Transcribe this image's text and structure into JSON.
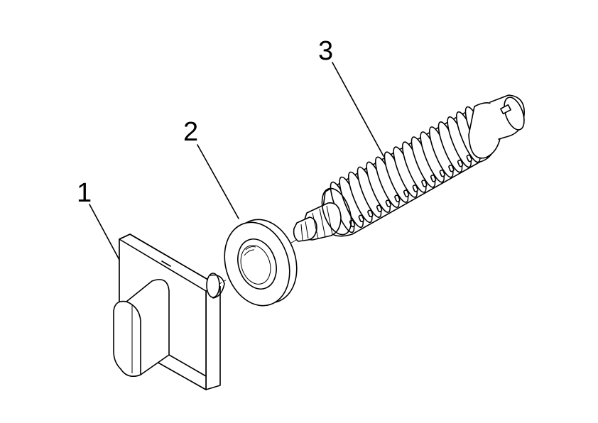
{
  "diagram": {
    "callouts": [
      {
        "id": "callout-1",
        "label": "1"
      },
      {
        "id": "callout-2",
        "label": "2"
      },
      {
        "id": "callout-3",
        "label": "3"
      }
    ]
  }
}
